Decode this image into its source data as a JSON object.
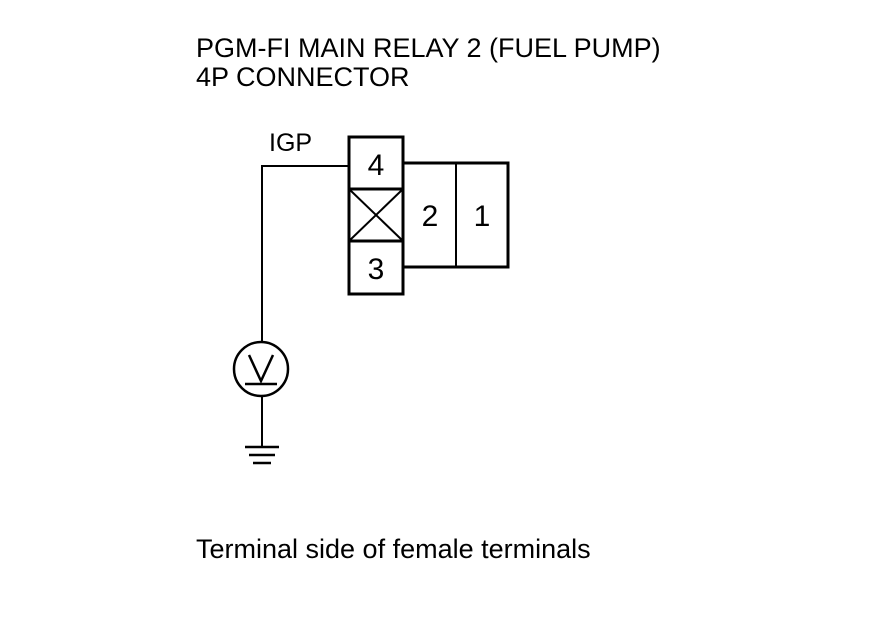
{
  "title": {
    "line1": "PGM-FI MAIN RELAY 2 (FUEL PUMP)",
    "line2": "4P CONNECTOR"
  },
  "wire": {
    "label": "IGP"
  },
  "connector": {
    "terminals": [
      "4",
      "2",
      "1",
      "3"
    ]
  },
  "meter": {
    "symbol": "V",
    "icon": "voltmeter-icon"
  },
  "ground": {
    "icon": "ground-icon"
  },
  "caption": "Terminal side of female terminals"
}
